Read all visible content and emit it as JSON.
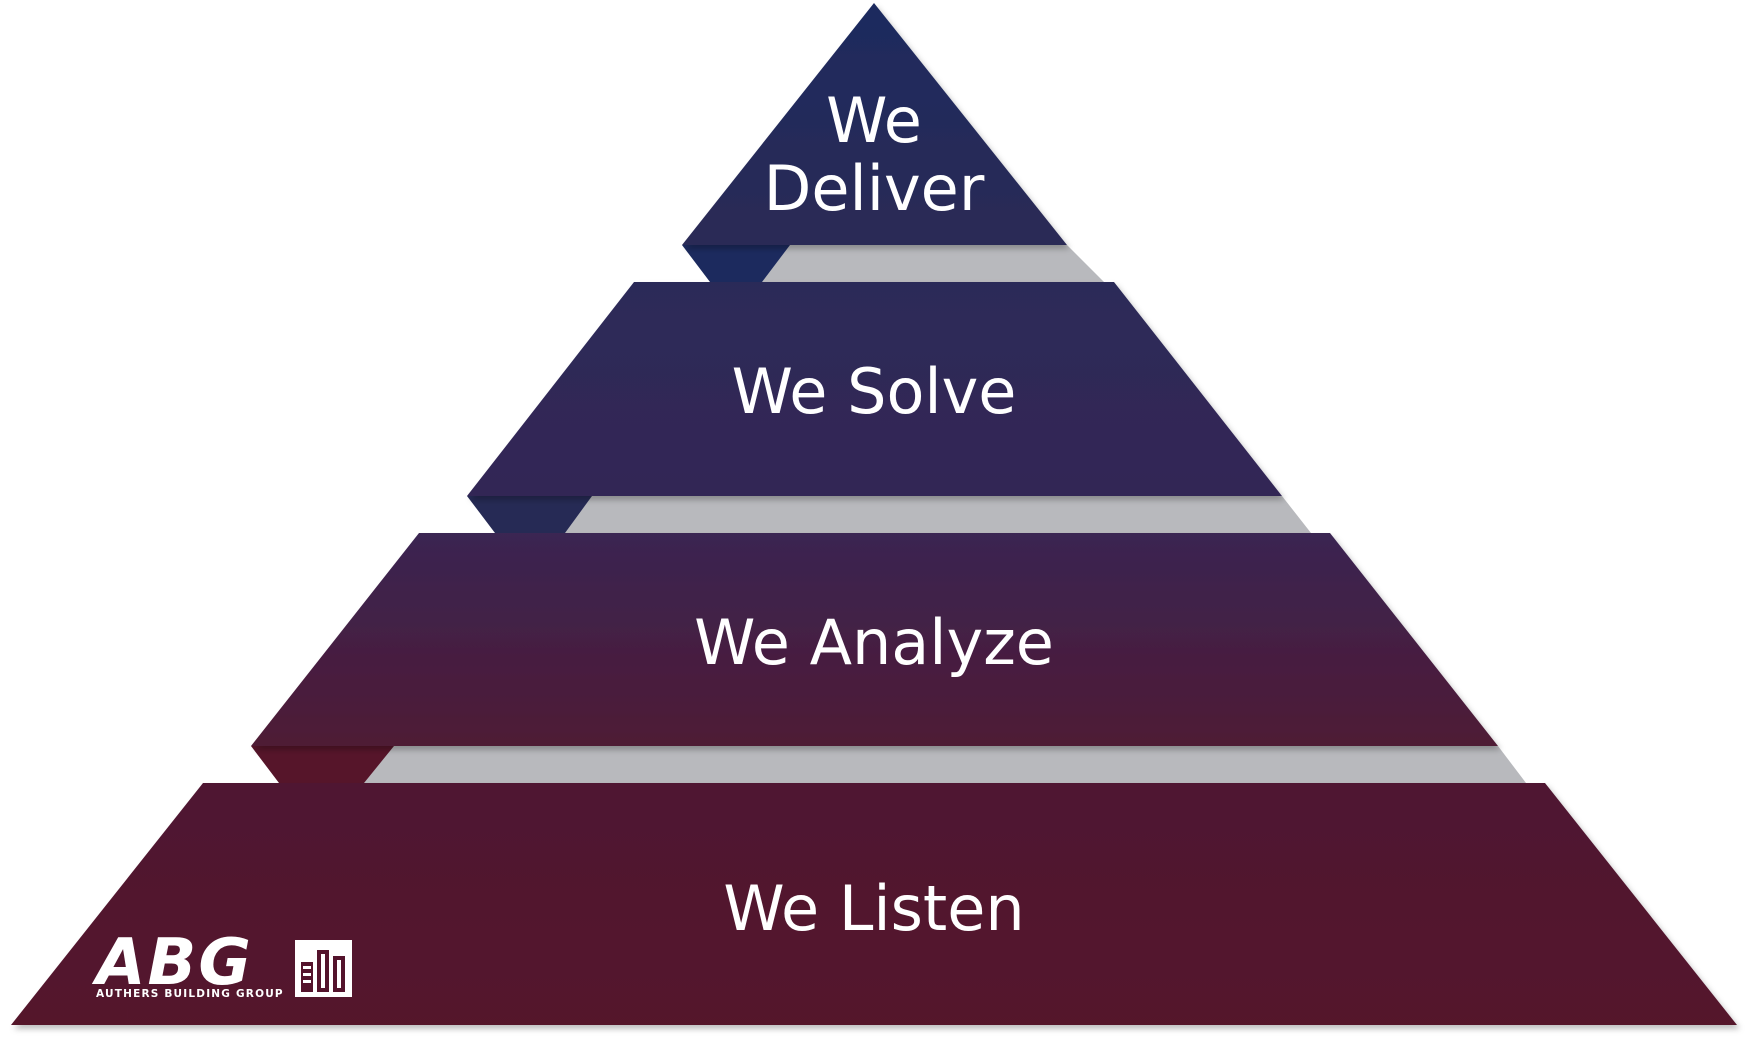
{
  "diagram": {
    "tiers": [
      {
        "lines": [
          "We",
          "Deliver"
        ]
      },
      {
        "lines": [
          "We Solve"
        ]
      },
      {
        "lines": [
          "We Analyze"
        ]
      },
      {
        "lines": [
          "We Listen"
        ]
      }
    ]
  },
  "logo": {
    "letters": "ABG",
    "tagline": "AUTHERS BUILDING GROUP"
  },
  "colors": {
    "tier_top": "#1f2a5c",
    "tier_upper": "#2e2a58",
    "tier_mid_top": "#3b2550",
    "tier_mid_bottom": "#4d1a36",
    "tier_bottom": "#521530",
    "shelf_gray": "#b8b9bd",
    "shelf_dark_1": "#1c2a5e",
    "shelf_dark_2": "#262a55",
    "shelf_dark_3": "#56152a"
  }
}
